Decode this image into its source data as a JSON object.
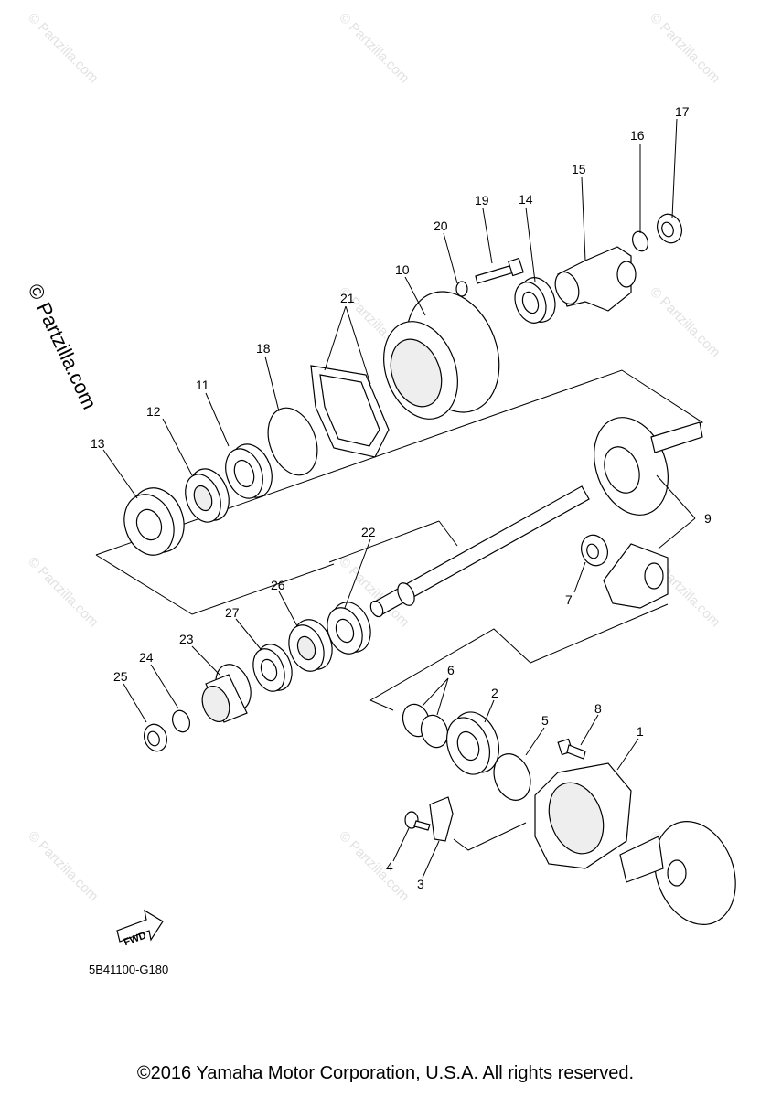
{
  "watermark": "© Partzilla.com",
  "diagram_code": "5B41100-G180",
  "copyright": "©2016 Yamaha Motor Corporation, U.S.A. All rights reserved.",
  "fwd_label": "FWD",
  "callouts": {
    "c1": "1",
    "c2": "2",
    "c3": "3",
    "c4": "4",
    "c5": "5",
    "c6": "6",
    "c7": "7",
    "c8": "8",
    "c9": "9",
    "c10": "10",
    "c11": "11",
    "c12": "12",
    "c13": "13",
    "c14": "14",
    "c15": "15",
    "c16": "16",
    "c17": "17",
    "c18": "18",
    "c19": "19",
    "c20": "20",
    "c21": "21",
    "c22": "22",
    "c23": "23",
    "c24": "24",
    "c25": "25",
    "c26": "26",
    "c27": "27"
  }
}
